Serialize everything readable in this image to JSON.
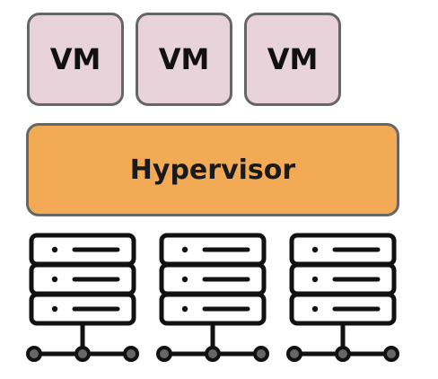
{
  "vms": [
    {
      "label": "VM"
    },
    {
      "label": "VM"
    },
    {
      "label": "VM"
    }
  ],
  "hypervisor": {
    "label": "Hypervisor"
  },
  "servers": [
    {
      "icon": "server-rack-icon"
    },
    {
      "icon": "server-rack-icon"
    },
    {
      "icon": "server-rack-icon"
    }
  ],
  "colors": {
    "vm_fill": "#e8d3da",
    "hypervisor_fill": "#f2aa55",
    "outline": "#666666",
    "icon": "#111111"
  }
}
